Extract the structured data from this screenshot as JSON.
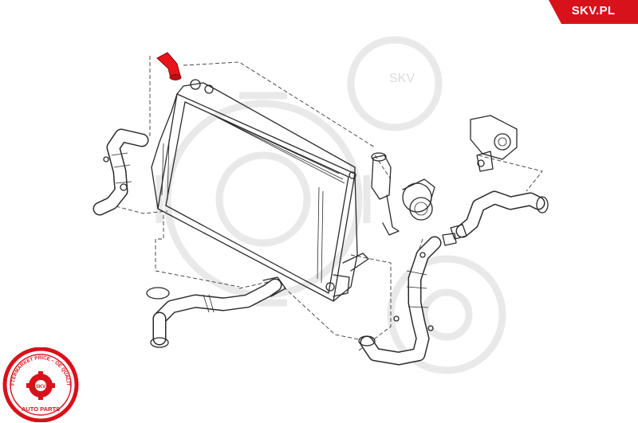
{
  "brand": {
    "site_label": "SKV.PL",
    "badge_color": "#d7121b",
    "highlight_color": "#e8141b"
  },
  "watermark": {
    "text": "SKV",
    "color": "#e9e9e9"
  },
  "seal": {
    "arc_text_top": "AFTERMARKET PRICE – OE QUALITY",
    "center_text": "SKV",
    "bottom_text": "AUTO PARTS",
    "color": "#d7121b"
  },
  "diagram": {
    "highlighted_part": "intercooler-connecting-hose",
    "icons": [
      "gear-icon",
      "seal-icon"
    ]
  }
}
